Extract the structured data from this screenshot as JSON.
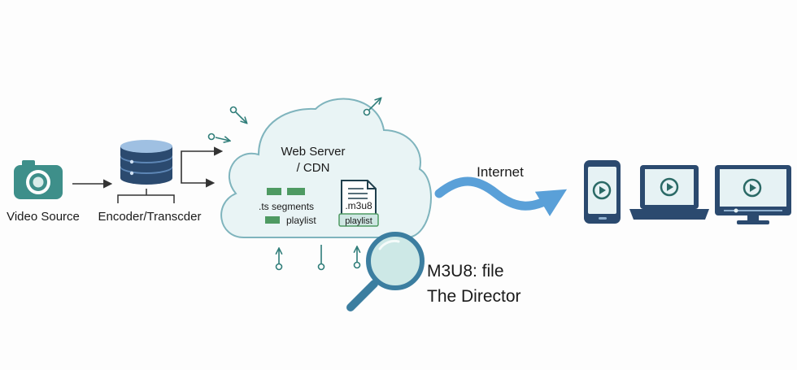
{
  "nodes": {
    "source_label": "Video Source",
    "encoder_label": "Encoder/Transcder",
    "server_title_line1": "Web Server",
    "server_title_line2": "/ CDN",
    "segments_label": ".ts segments",
    "playlist_label": "playlist",
    "file_ext_label": ".m3u8",
    "file_tag_label": "playlist",
    "internet_label": "Internet",
    "m3u8_title": "M3U8: file",
    "m3u8_subtitle": "The Director"
  },
  "colors": {
    "teal": "#3e8f8a",
    "teal_light": "#cfe7e3",
    "cloud_fill": "#e9f4f5",
    "cloud_stroke": "#7fb4bd",
    "navy": "#2b4a6f",
    "blue_mid": "#5d86b5",
    "arrow_blue": "#5aa0d8",
    "segment_green": "#4e9a62",
    "line_dark": "#333333"
  },
  "icons": [
    "camera-icon",
    "database-icon",
    "cloud-icon",
    "file-icon",
    "magnifier-icon",
    "wave-arrow-icon",
    "smartphone-icon",
    "laptop-icon",
    "monitor-icon",
    "play-icon"
  ]
}
